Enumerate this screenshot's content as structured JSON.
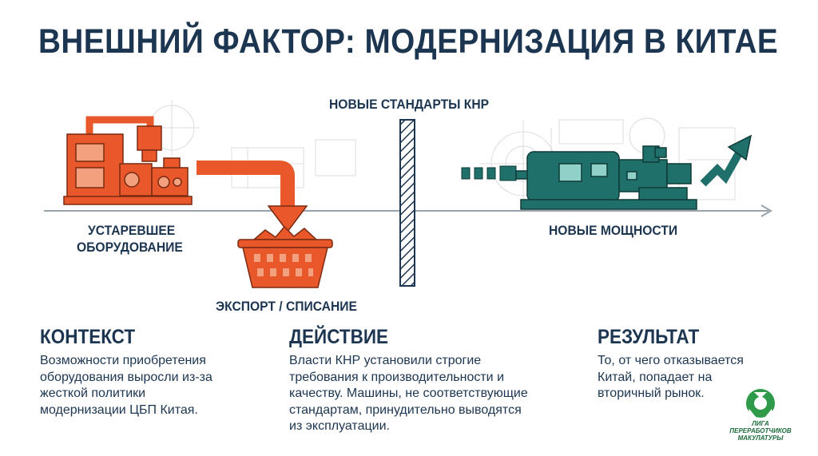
{
  "title": "ВНЕШНИЙ ФАКТОР: МОДЕРНИЗАЦИЯ В КИТАЕ",
  "diagram": {
    "standards_label": "НОВЫЕ СТАНДАРТЫ КНР",
    "old_equipment_label_line1": "УСТАРЕВШЕЕ",
    "old_equipment_label_line2": "ОБОРУДОВАНИЕ",
    "export_label": "ЭКСПОРТ / СПИСАНИЕ",
    "new_capacity_label": "НОВЫЕ МОЩНОСТИ"
  },
  "columns": [
    {
      "header": "КОНТЕКСТ",
      "lines": [
        "Возможности приобретения",
        "оборудования выросли из-за",
        "жесткой политики",
        "модернизации ЦБП Китая."
      ]
    },
    {
      "header": "ДЕЙСТВИЕ",
      "lines": [
        "Власти КНР установили строгие",
        "требования к производительности и",
        "качеству. Машины, не соответствующие",
        "стандартам, принудительно выводятся",
        "из эксплуатации."
      ]
    },
    {
      "header": "РЕЗУЛЬТАТ",
      "lines": [
        "То, от чего отказывается",
        "Китай, попадает на",
        "вторичный рынок."
      ]
    }
  ],
  "logo": {
    "line1": "ЛИГА",
    "line2": "ПЕРЕРАБОТЧИКОВ",
    "line3": "МАКУЛАТУРЫ"
  },
  "colors": {
    "navy": "#1c3550",
    "orange": "#e8582a",
    "teal": "#1f6f6a",
    "green": "#2e9a4a",
    "line": "#9aa3ab"
  }
}
